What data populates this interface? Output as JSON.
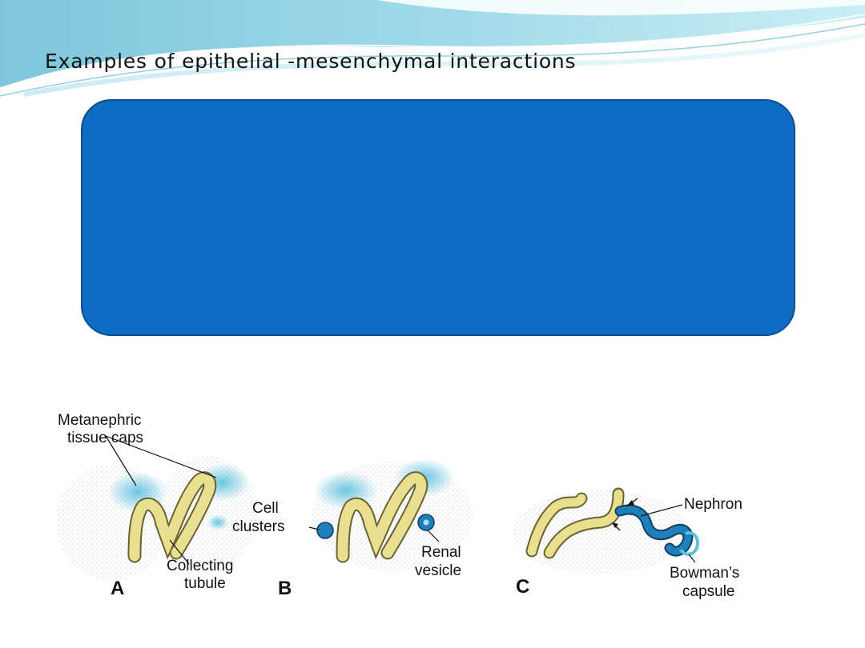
{
  "slide": {
    "title": "Examples of epithelial -mesenchymal interactions",
    "text_box_color": "#0f6cc4"
  },
  "diagram": {
    "panels": [
      {
        "letter": "A",
        "labels": [
          "Metanephric",
          "tissue caps",
          "Collecting",
          "tubule"
        ]
      },
      {
        "letter": "B",
        "labels": [
          "Cell",
          "clusters",
          "Renal",
          "vesicle"
        ]
      },
      {
        "letter": "C",
        "labels": [
          "Nephron",
          "Bowman’s",
          "capsule"
        ]
      }
    ],
    "colors": {
      "tubule": "#e9df8e",
      "tubule_outline": "#6b6330",
      "mesenchyme": "#5cc0df",
      "nephron": "#1f7fb8"
    }
  }
}
